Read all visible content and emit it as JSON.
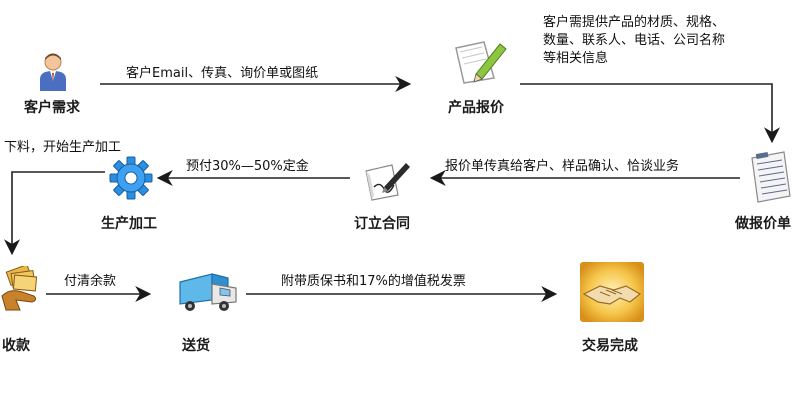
{
  "nodes": {
    "customer_request": "客户需求",
    "product_quote": "产品报价",
    "make_quote": "做报价单",
    "sign_contract": "订立合同",
    "production": "生产加工",
    "payment": "收款",
    "delivery": "送货",
    "deal_done": "交易完成"
  },
  "edges": {
    "request_to_quote": "客户Email、传真、询价单或图纸",
    "quote_note": [
      "客户需提供产品的材质、规格、",
      "数量、联系人、电话、公司名称",
      "等相关信息"
    ],
    "quote_sheet_to_contract": "报价单传真给客户、样品确认、恰谈业务",
    "contract_to_production": "预付30%—50%定金",
    "production_to_payment": "下料，开始生产加工",
    "payment_to_delivery": "付清余款",
    "delivery_to_done": "附带质保书和17%的增值税发票"
  },
  "icons": {
    "customer": "person-icon",
    "quote": "document-pen-icon",
    "quote_sheet": "form-document-icon",
    "contract": "signature-pen-icon",
    "production": "gear-icon",
    "payment": "money-hand-icon",
    "delivery": "truck-icon",
    "deal": "handshake-icon"
  }
}
